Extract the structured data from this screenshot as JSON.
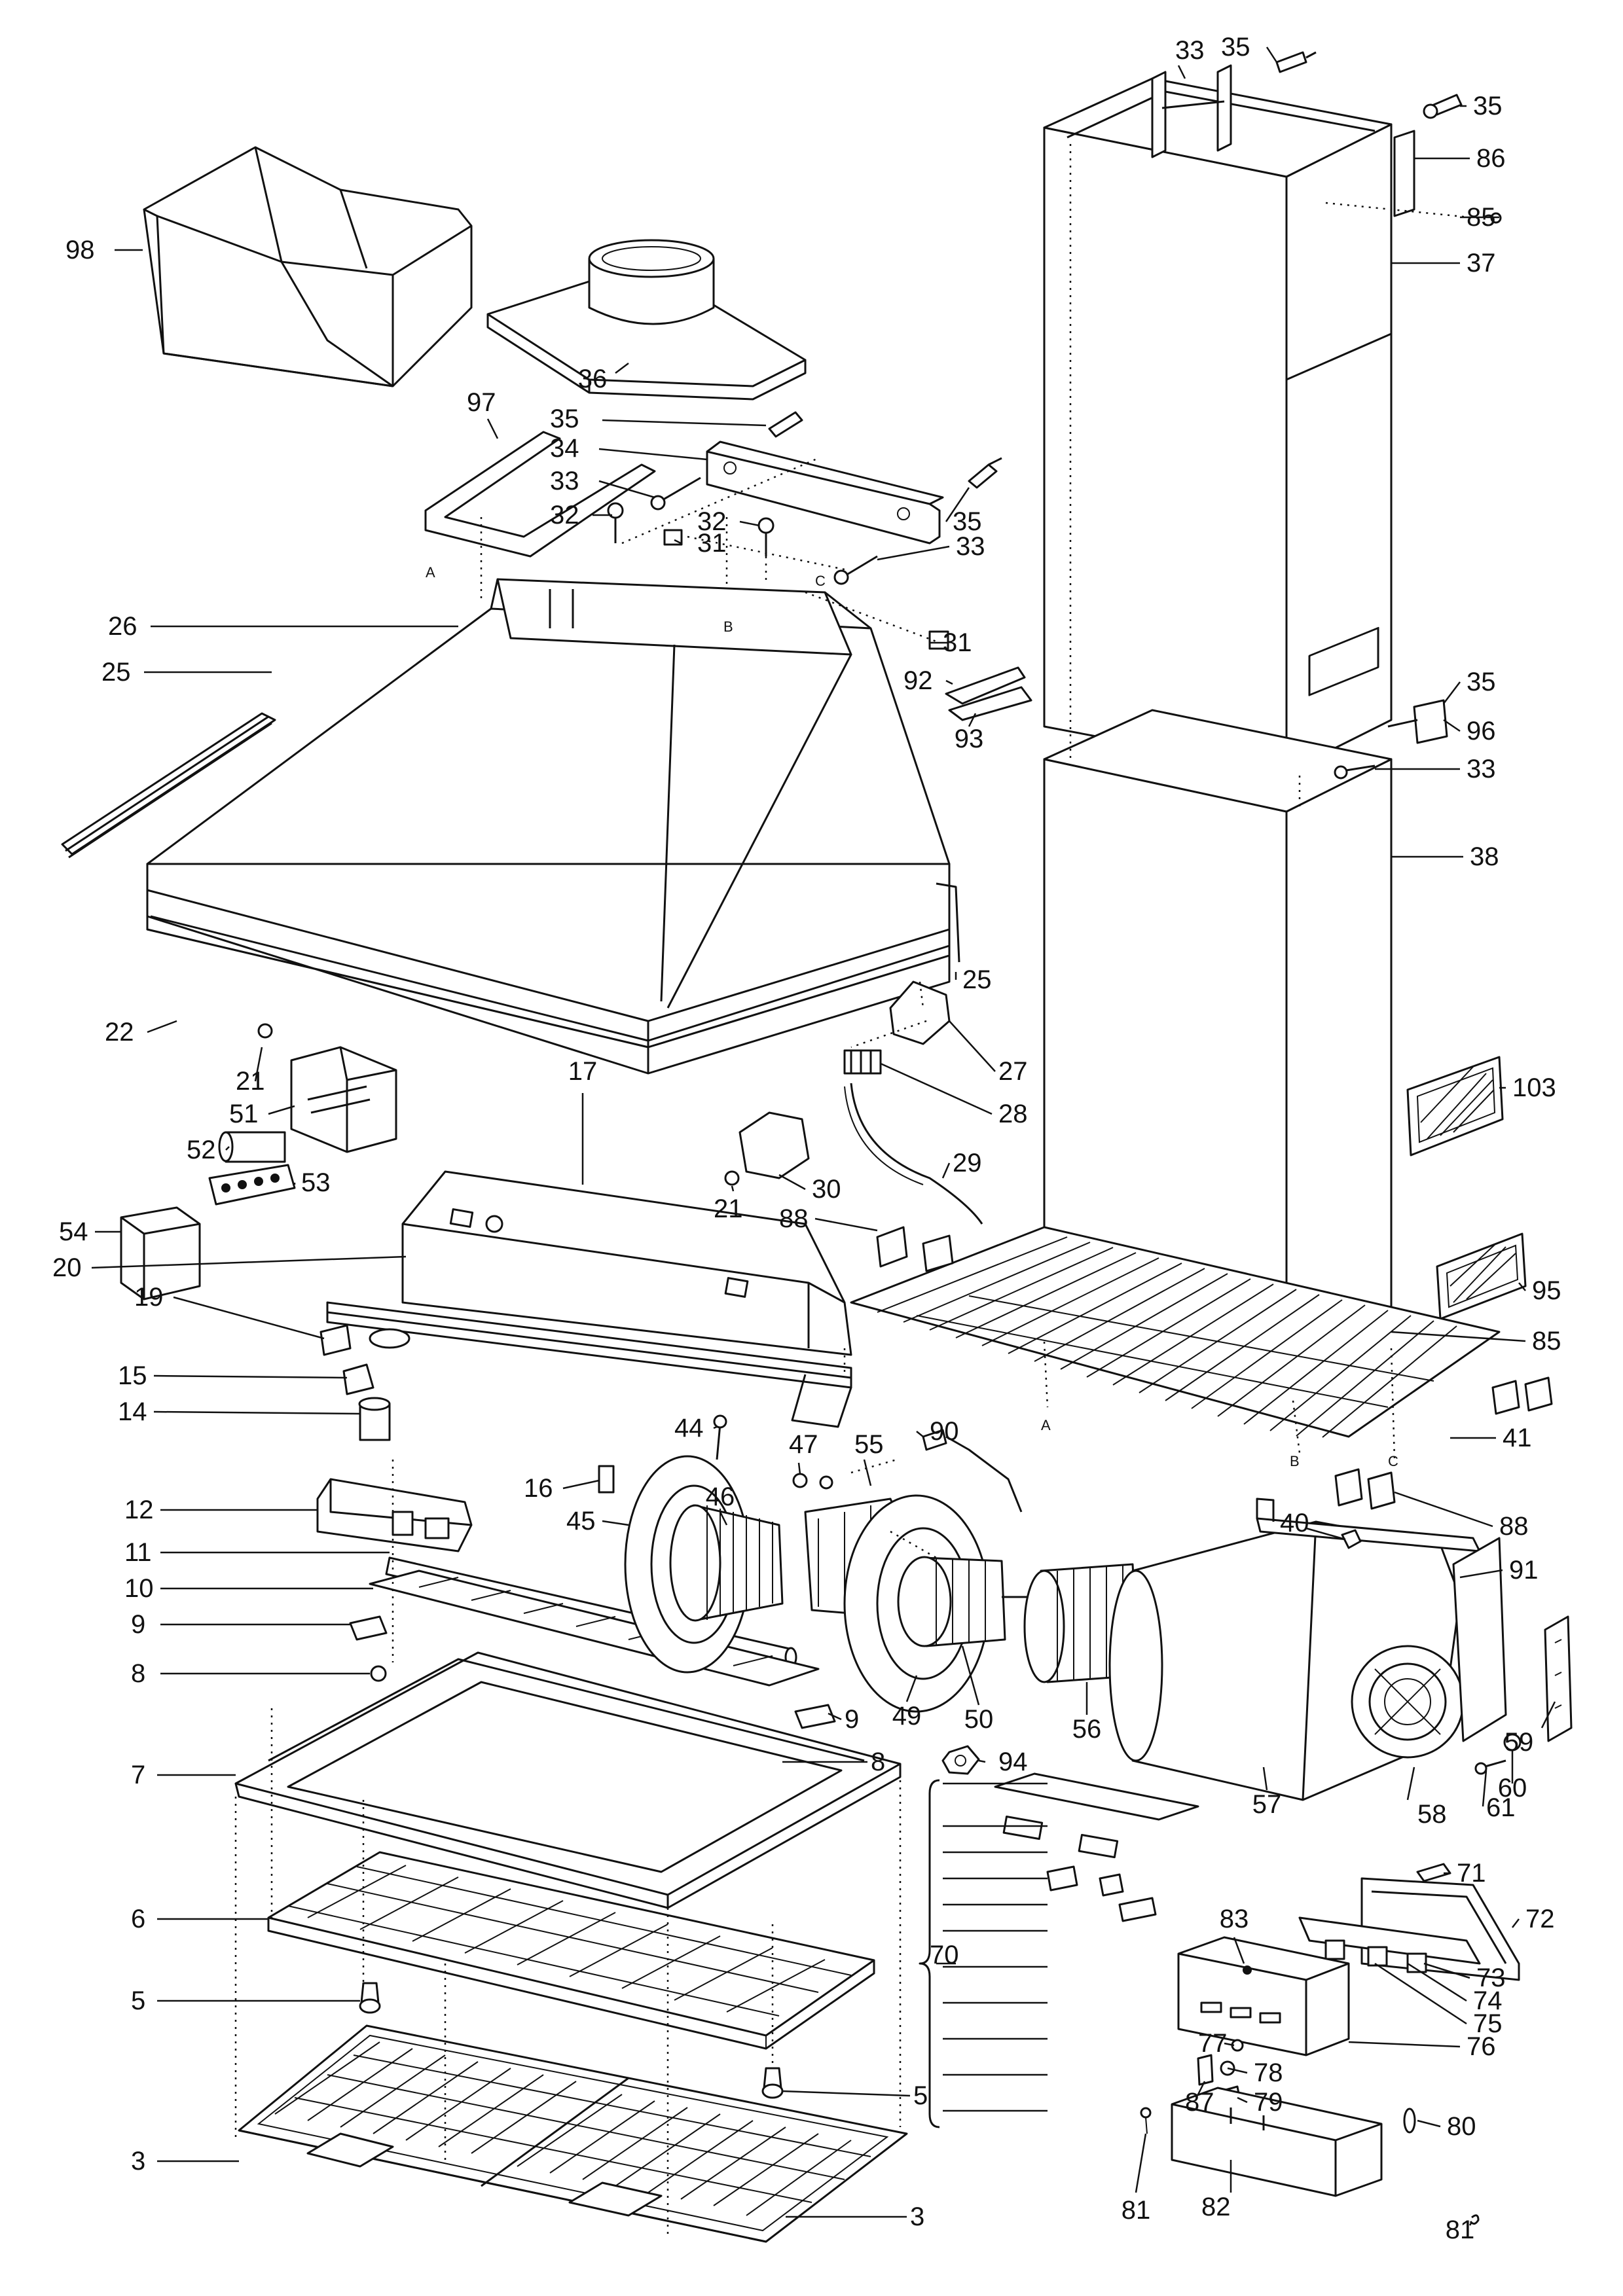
{
  "parts": [
    {
      "number": "98"
    },
    {
      "number": "36"
    },
    {
      "number": "97"
    },
    {
      "number": "35"
    },
    {
      "number": "34"
    },
    {
      "number": "33"
    },
    {
      "number": "32"
    },
    {
      "number": "31"
    },
    {
      "number": "26"
    },
    {
      "number": "25"
    },
    {
      "number": "22"
    },
    {
      "number": "21"
    },
    {
      "number": "51"
    },
    {
      "number": "52"
    },
    {
      "number": "53"
    },
    {
      "number": "54"
    },
    {
      "number": "20"
    },
    {
      "number": "19"
    },
    {
      "number": "17"
    },
    {
      "number": "15"
    },
    {
      "number": "14"
    },
    {
      "number": "12"
    },
    {
      "number": "11"
    },
    {
      "number": "10"
    },
    {
      "number": "9"
    },
    {
      "number": "8"
    },
    {
      "number": "7"
    },
    {
      "number": "6"
    },
    {
      "number": "5"
    },
    {
      "number": "3"
    },
    {
      "number": "16"
    },
    {
      "number": "45"
    },
    {
      "number": "44"
    },
    {
      "number": "46"
    },
    {
      "number": "47"
    },
    {
      "number": "55"
    },
    {
      "number": "90"
    },
    {
      "number": "49"
    },
    {
      "number": "50"
    },
    {
      "number": "56"
    },
    {
      "number": "57"
    },
    {
      "number": "58"
    },
    {
      "number": "59"
    },
    {
      "number": "60"
    },
    {
      "number": "61"
    },
    {
      "number": "91"
    },
    {
      "number": "94"
    },
    {
      "number": "27"
    },
    {
      "number": "28"
    },
    {
      "number": "29"
    },
    {
      "number": "30"
    },
    {
      "number": "88"
    },
    {
      "number": "37"
    },
    {
      "number": "38"
    },
    {
      "number": "86"
    },
    {
      "number": "85"
    },
    {
      "number": "96"
    },
    {
      "number": "92"
    },
    {
      "number": "93"
    },
    {
      "number": "103"
    },
    {
      "number": "95"
    },
    {
      "number": "41"
    },
    {
      "number": "40"
    },
    {
      "number": "70"
    },
    {
      "number": "71"
    },
    {
      "number": "72"
    },
    {
      "number": "73"
    },
    {
      "number": "74"
    },
    {
      "number": "75"
    },
    {
      "number": "76"
    },
    {
      "number": "77"
    },
    {
      "number": "78"
    },
    {
      "number": "79"
    },
    {
      "number": "80"
    },
    {
      "number": "81"
    },
    {
      "number": "82"
    },
    {
      "number": "83"
    },
    {
      "number": "87"
    }
  ],
  "callouts": [
    {
      "text": "98"
    },
    {
      "text": "36"
    },
    {
      "text": "97"
    },
    {
      "text": "35"
    },
    {
      "text": "34"
    },
    {
      "text": "33"
    },
    {
      "text": "32"
    },
    {
      "text": "32"
    },
    {
      "text": "31"
    },
    {
      "text": "35"
    },
    {
      "text": "33"
    },
    {
      "text": "31"
    },
    {
      "text": "26"
    },
    {
      "text": "25"
    },
    {
      "text": "92"
    },
    {
      "text": "93"
    },
    {
      "text": "25"
    },
    {
      "text": "22"
    },
    {
      "text": "21"
    },
    {
      "text": "51"
    },
    {
      "text": "52"
    },
    {
      "text": "53"
    },
    {
      "text": "54"
    },
    {
      "text": "27"
    },
    {
      "text": "28"
    },
    {
      "text": "21"
    },
    {
      "text": "30"
    },
    {
      "text": "29"
    },
    {
      "text": "17"
    },
    {
      "text": "88"
    },
    {
      "text": "20"
    },
    {
      "text": "19"
    },
    {
      "text": "15"
    },
    {
      "text": "14"
    },
    {
      "text": "44"
    },
    {
      "text": "55"
    },
    {
      "text": "90"
    },
    {
      "text": "47"
    },
    {
      "text": "16"
    },
    {
      "text": "46"
    },
    {
      "text": "45"
    },
    {
      "text": "12"
    },
    {
      "text": "11"
    },
    {
      "text": "10"
    },
    {
      "text": "9"
    },
    {
      "text": "8"
    },
    {
      "text": "9"
    },
    {
      "text": "49"
    },
    {
      "text": "50"
    },
    {
      "text": "56"
    },
    {
      "text": "7"
    },
    {
      "text": "8"
    },
    {
      "text": "94"
    },
    {
      "text": "6"
    },
    {
      "text": "5"
    },
    {
      "text": "5"
    },
    {
      "text": "3"
    },
    {
      "text": "3"
    },
    {
      "text": "33"
    },
    {
      "text": "35"
    },
    {
      "text": "35"
    },
    {
      "text": "86"
    },
    {
      "text": "85"
    },
    {
      "text": "37"
    },
    {
      "text": "35"
    },
    {
      "text": "96"
    },
    {
      "text": "33"
    },
    {
      "text": "38"
    },
    {
      "text": "103"
    },
    {
      "text": "95"
    },
    {
      "text": "85"
    },
    {
      "text": "41"
    },
    {
      "text": "88"
    },
    {
      "text": "40"
    },
    {
      "text": "91"
    },
    {
      "text": "57"
    },
    {
      "text": "59"
    },
    {
      "text": "60"
    },
    {
      "text": "58"
    },
    {
      "text": "61"
    },
    {
      "text": "71"
    },
    {
      "text": "72"
    },
    {
      "text": "70"
    },
    {
      "text": "83"
    },
    {
      "text": "73"
    },
    {
      "text": "74"
    },
    {
      "text": "75"
    },
    {
      "text": "76"
    },
    {
      "text": "77"
    },
    {
      "text": "78"
    },
    {
      "text": "87"
    },
    {
      "text": "79"
    },
    {
      "text": "80"
    },
    {
      "text": "81"
    },
    {
      "text": "82"
    },
    {
      "text": "81"
    }
  ],
  "reference_letters": [
    {
      "text": "A"
    },
    {
      "text": "B"
    },
    {
      "text": "C"
    },
    {
      "text": "A"
    },
    {
      "text": "B"
    },
    {
      "text": "C"
    }
  ],
  "colors": {
    "ink": "#111111",
    "paper": "#ffffff"
  }
}
